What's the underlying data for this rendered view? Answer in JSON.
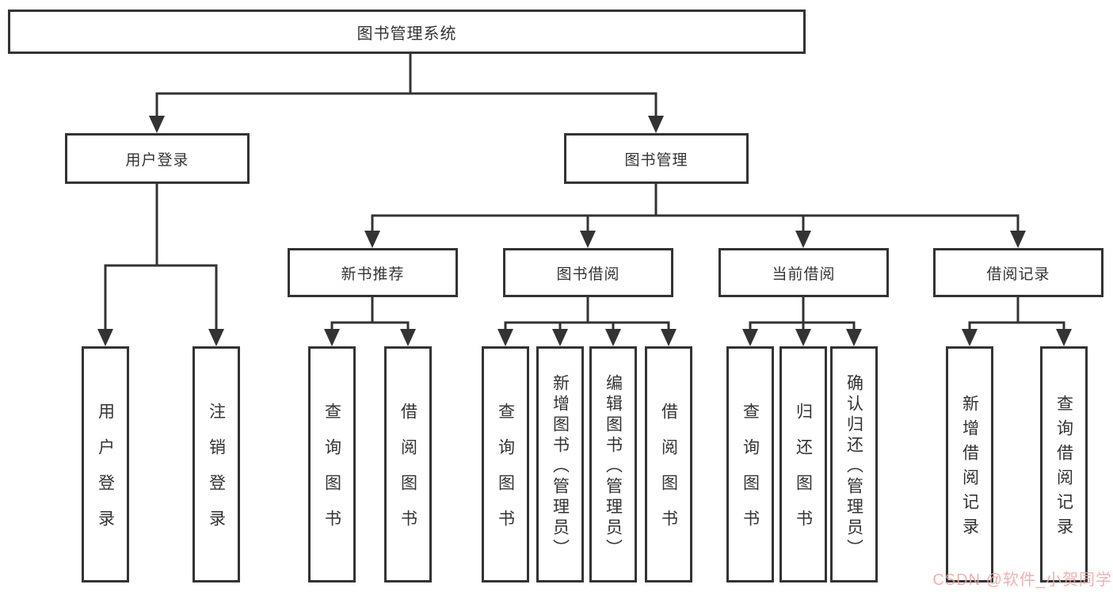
{
  "diagram": {
    "type": "tree",
    "root": {
      "label": "图书管理系统"
    },
    "level2": [
      {
        "id": "user-login",
        "label": "用户登录"
      },
      {
        "id": "book-management",
        "label": "图书管理"
      }
    ],
    "login_children": [
      {
        "label": "用户登录"
      },
      {
        "label": "注销登录"
      }
    ],
    "level3": [
      {
        "id": "new-book-recommend",
        "label": "新书推荐"
      },
      {
        "id": "book-borrowing",
        "label": "图书借阅"
      },
      {
        "id": "current-borrowing",
        "label": "当前借阅"
      },
      {
        "id": "borrowing-records",
        "label": "借阅记录"
      }
    ],
    "recommend_children": [
      {
        "label": "查询图书"
      },
      {
        "label": "借阅图书"
      }
    ],
    "borrow_children": [
      {
        "label": "查询图书"
      },
      {
        "label": "新增图书（管理员）"
      },
      {
        "label": "编辑图书（管理员）"
      },
      {
        "label": "借阅图书"
      }
    ],
    "current_children": [
      {
        "label": "查询图书"
      },
      {
        "label": "归还图书"
      },
      {
        "label": "确认归还（管理员）"
      }
    ],
    "records_children": [
      {
        "label": "新增借阅记录"
      },
      {
        "label": "查询借阅记录"
      }
    ],
    "colors": {
      "line": "#333333",
      "text": "#333333",
      "box_background": "#ffffff",
      "page_background": "#ffffff",
      "watermark": "#eca6a6"
    }
  },
  "watermark": {
    "text": "CSDN @软件_小贺同学"
  }
}
